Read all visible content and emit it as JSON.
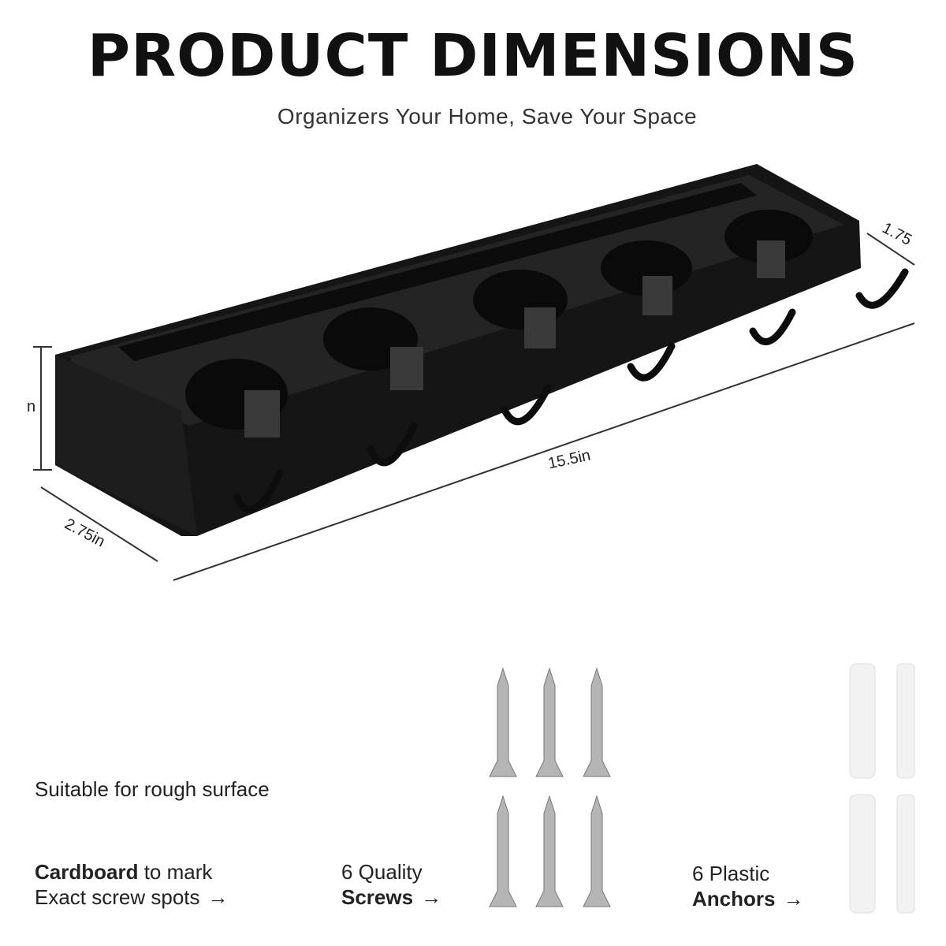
{
  "header": {
    "title": "PRODUCT DIMENSIONS",
    "subtitle": "Organizers Your Home, Save Your Space"
  },
  "dimensions": {
    "length": "15.5in",
    "depth": "2.75in",
    "height_partial": "1.75",
    "left_partial": "n"
  },
  "notes": {
    "rough_surface": "Suitable for rough surface",
    "cardboard_bold": "Cardboard",
    "cardboard_rest": " to mark",
    "cardboard_line2": "Exact screw spots",
    "screws_line1": "6 Quality",
    "screws_bold": "Screws",
    "anchors_line1": "6 Plastic",
    "anchors_bold": "Anchors",
    "arrow": "→"
  },
  "colors": {
    "rack": "#161616",
    "rack_edge": "#2c2c2c",
    "screw": "#b8b8b8",
    "anchor": "#f3f3f3"
  }
}
